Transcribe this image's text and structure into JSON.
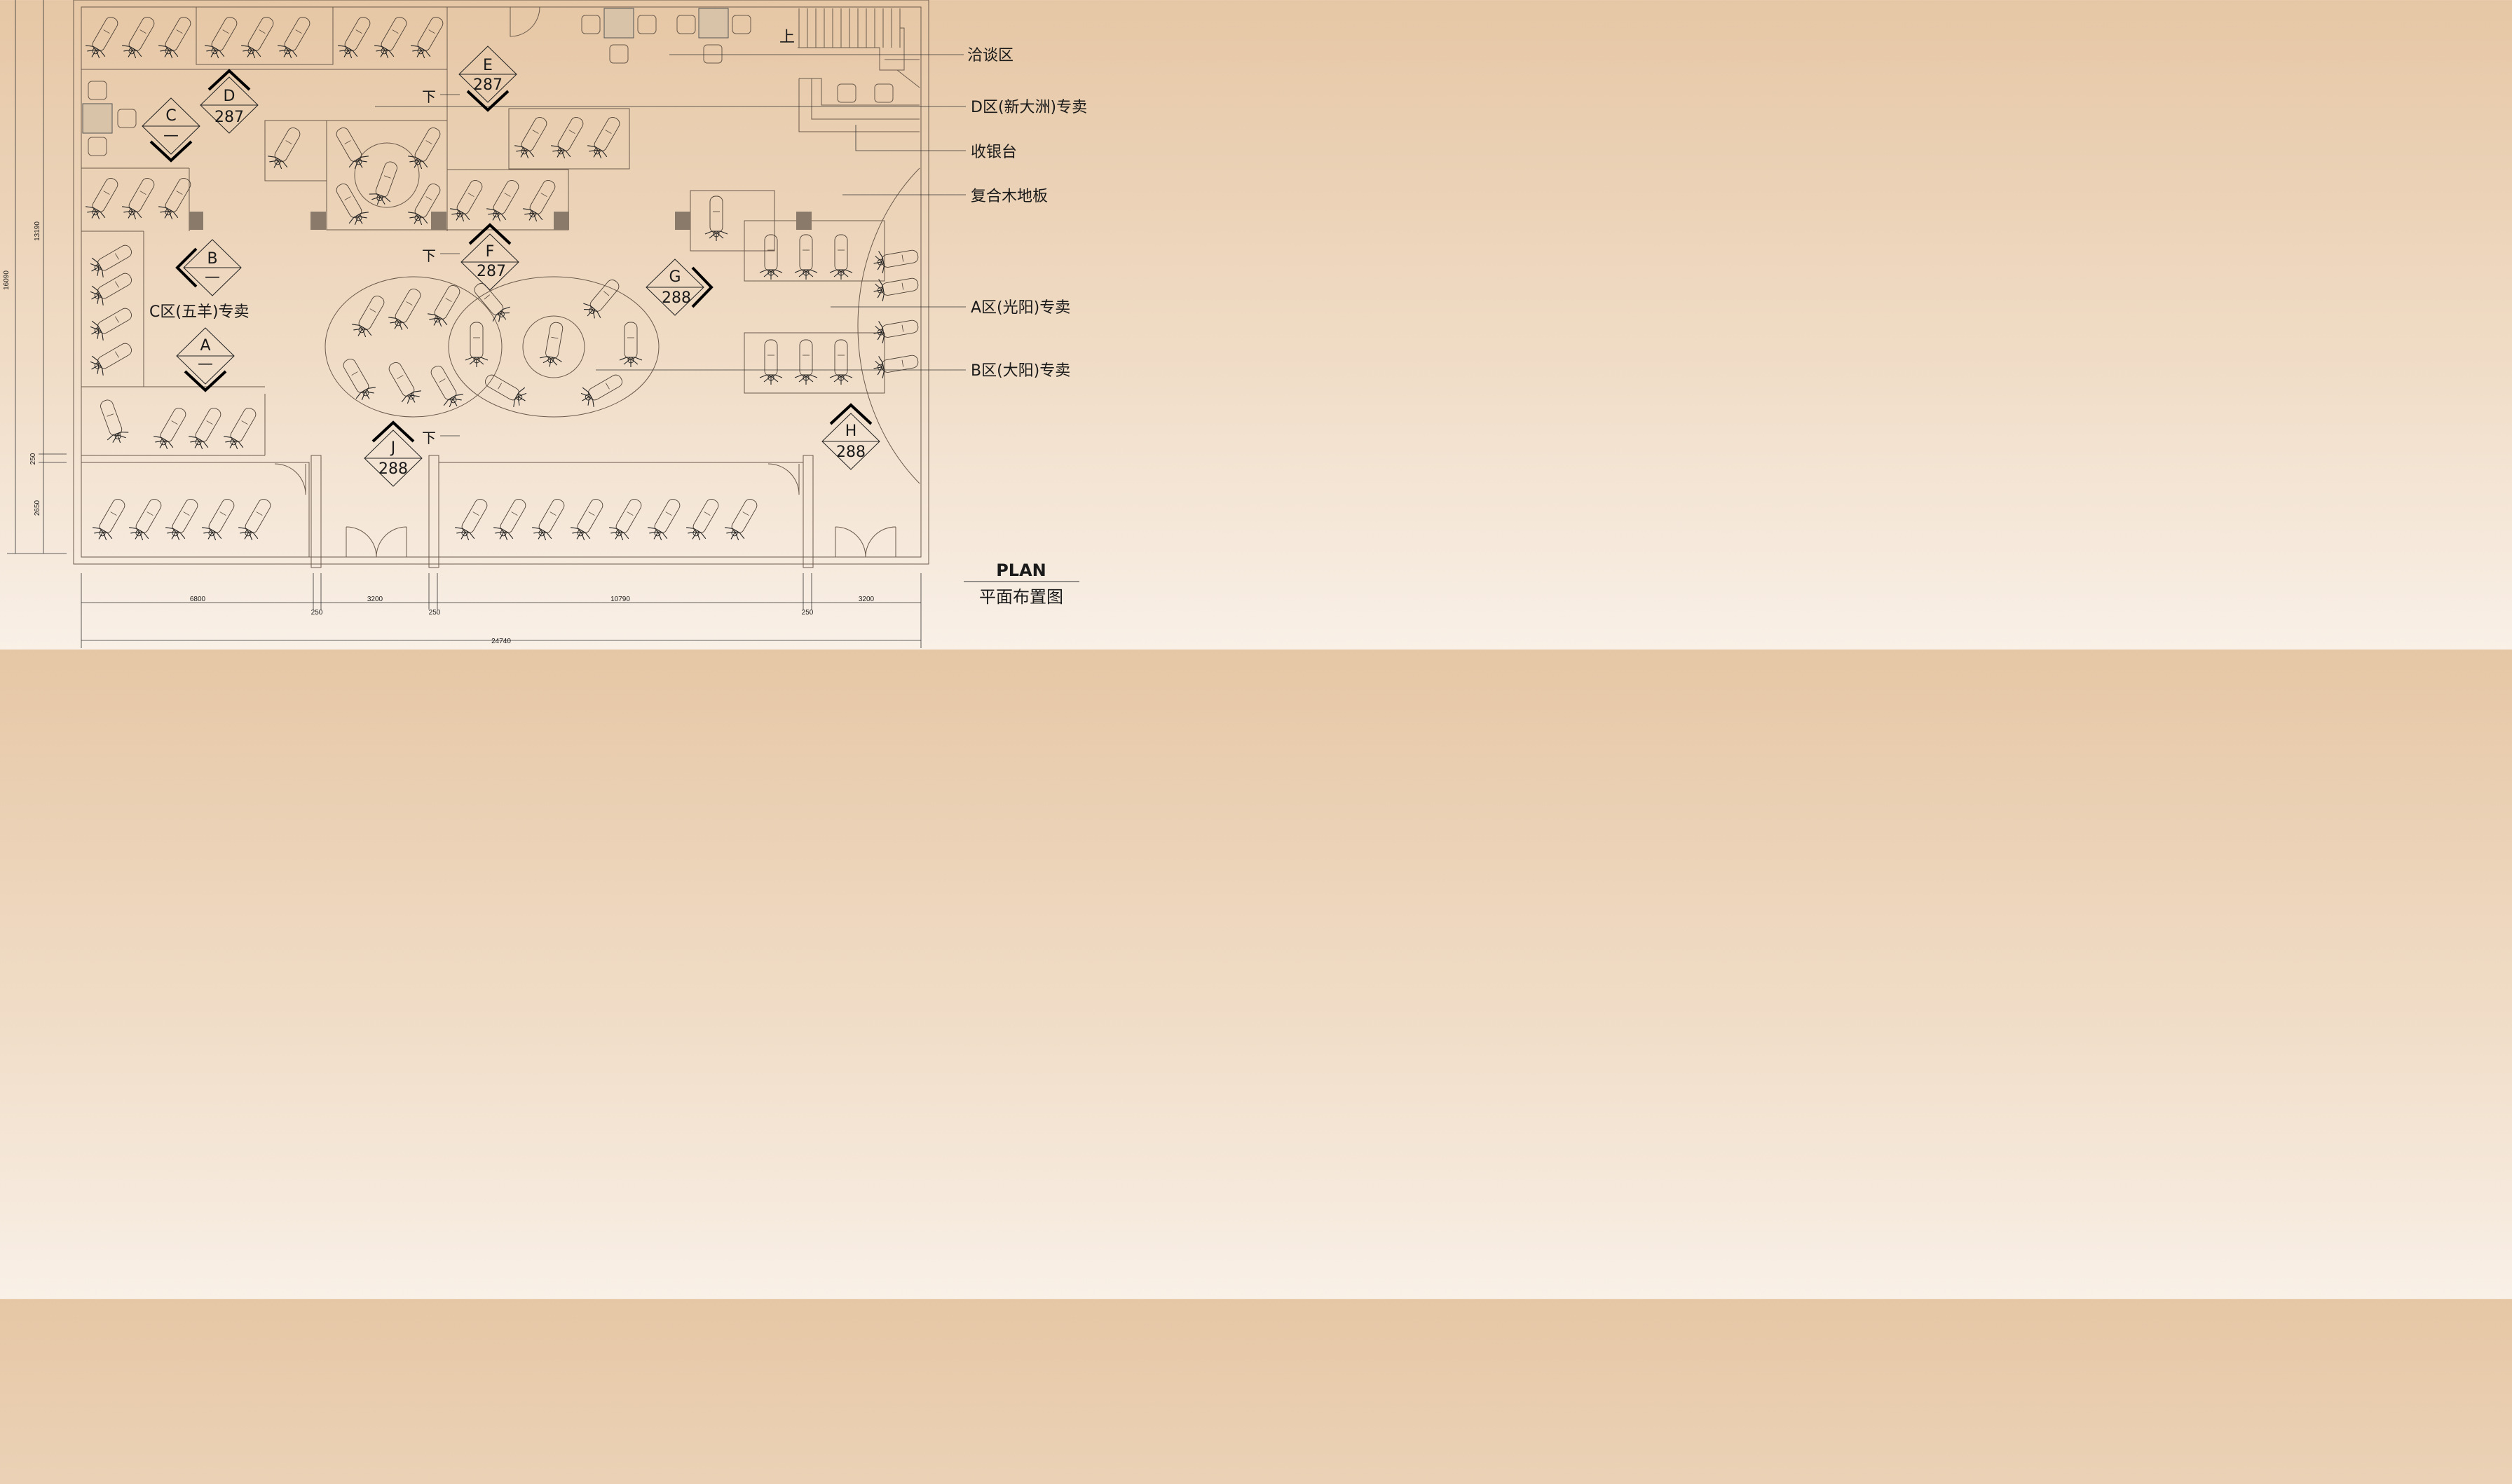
{
  "plan": {
    "title": "PLAN",
    "subtitle": "平面布置图"
  },
  "legend": [
    {
      "id": "negotiation",
      "text": "洽谈区"
    },
    {
      "id": "zone-d",
      "text": "D区(新大洲)专卖"
    },
    {
      "id": "cashier",
      "text": "收银台"
    },
    {
      "id": "floor",
      "text": "复合木地板"
    },
    {
      "id": "zone-a",
      "text": "A区(光阳)专卖"
    },
    {
      "id": "zone-b",
      "text": "B区(大阳)专卖"
    }
  ],
  "zone_c_label": "C区(五羊)专卖",
  "markers": [
    {
      "id": "A",
      "letter": "A",
      "num": "—"
    },
    {
      "id": "B",
      "letter": "B",
      "num": "—"
    },
    {
      "id": "C",
      "letter": "C",
      "num": "—"
    },
    {
      "id": "D",
      "letter": "D",
      "num": "287"
    },
    {
      "id": "E",
      "letter": "E",
      "num": "287"
    },
    {
      "id": "F",
      "letter": "F",
      "num": "287"
    },
    {
      "id": "G",
      "letter": "G",
      "num": "288"
    },
    {
      "id": "H",
      "letter": "H",
      "num": "288"
    },
    {
      "id": "J",
      "letter": "J",
      "num": "288"
    }
  ],
  "stairs": {
    "up": "上",
    "down": "下"
  },
  "dimensions": {
    "bottom": [
      "6800",
      "250",
      "3200",
      "250",
      "10790",
      "250",
      "3200"
    ],
    "total": "24740",
    "left": [
      "16090",
      "13190",
      "250",
      "2650"
    ]
  }
}
